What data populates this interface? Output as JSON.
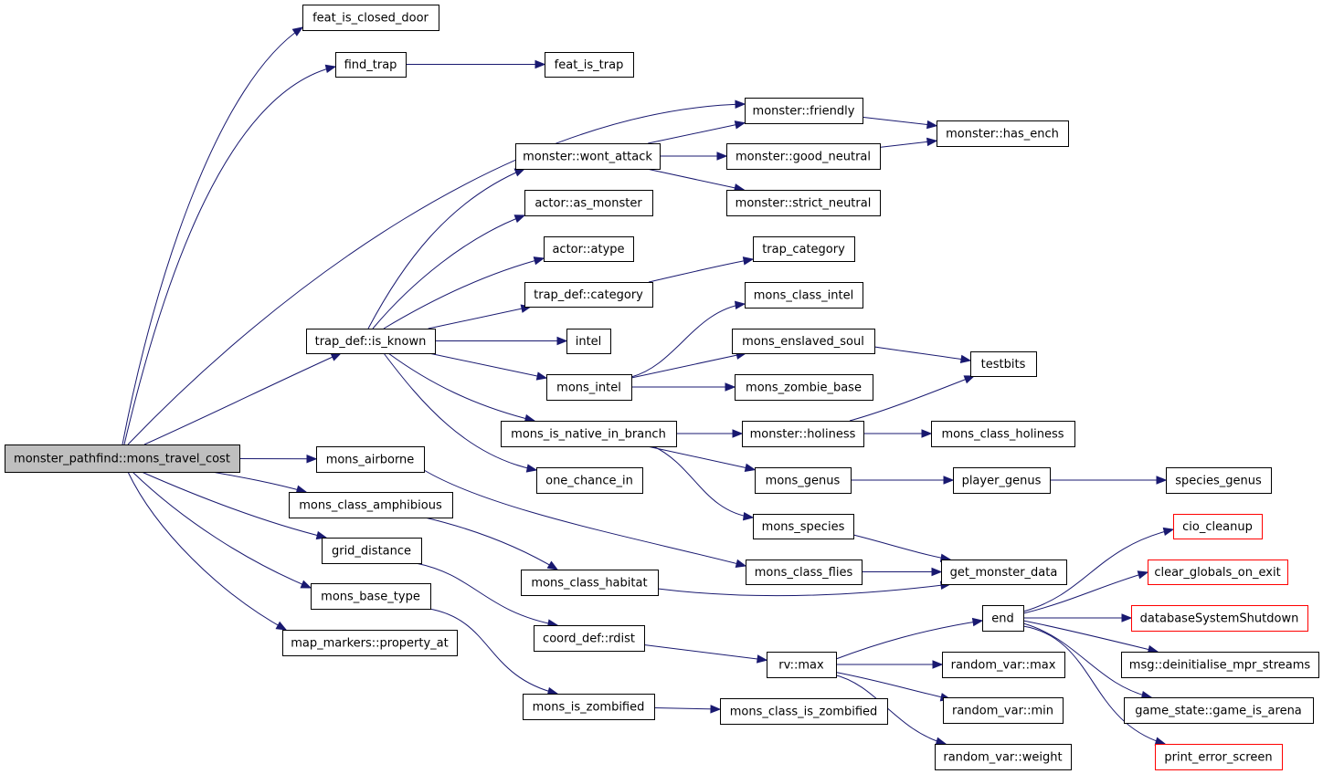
{
  "nodes": [
    {
      "id": "root",
      "label": "monster_pathfind::mons_travel_cost",
      "style": "root"
    },
    {
      "id": "feat_is_closed_door",
      "label": "feat_is_closed_door"
    },
    {
      "id": "find_trap",
      "label": "find_trap"
    },
    {
      "id": "feat_is_trap",
      "label": "feat_is_trap"
    },
    {
      "id": "monster_friendly",
      "label": "monster::friendly"
    },
    {
      "id": "monster_has_ench",
      "label": "monster::has_ench"
    },
    {
      "id": "monster_wont_attack",
      "label": "monster::wont_attack"
    },
    {
      "id": "monster_good_neutral",
      "label": "monster::good_neutral"
    },
    {
      "id": "monster_strict_neutral",
      "label": "monster::strict_neutral"
    },
    {
      "id": "actor_as_monster",
      "label": "actor::as_monster"
    },
    {
      "id": "actor_atype",
      "label": "actor::atype"
    },
    {
      "id": "trap_category",
      "label": "trap_category"
    },
    {
      "id": "trap_def_category",
      "label": "trap_def::category"
    },
    {
      "id": "mons_class_intel",
      "label": "mons_class_intel"
    },
    {
      "id": "trap_def_is_known",
      "label": "trap_def::is_known"
    },
    {
      "id": "intel",
      "label": "intel"
    },
    {
      "id": "mons_enslaved_soul",
      "label": "mons_enslaved_soul"
    },
    {
      "id": "testbits",
      "label": "testbits"
    },
    {
      "id": "mons_intel",
      "label": "mons_intel"
    },
    {
      "id": "mons_zombie_base",
      "label": "mons_zombie_base"
    },
    {
      "id": "mons_is_native_in_branch",
      "label": "mons_is_native_in_branch"
    },
    {
      "id": "monster_holiness",
      "label": "monster::holiness"
    },
    {
      "id": "mons_class_holiness",
      "label": "mons_class_holiness"
    },
    {
      "id": "mons_airborne",
      "label": "mons_airborne"
    },
    {
      "id": "one_chance_in",
      "label": "one_chance_in"
    },
    {
      "id": "mons_genus",
      "label": "mons_genus"
    },
    {
      "id": "player_genus",
      "label": "player_genus"
    },
    {
      "id": "species_genus",
      "label": "species_genus"
    },
    {
      "id": "mons_class_amphibious",
      "label": "mons_class_amphibious"
    },
    {
      "id": "mons_species",
      "label": "mons_species"
    },
    {
      "id": "cio_cleanup",
      "label": "cio_cleanup",
      "style": "trunc"
    },
    {
      "id": "grid_distance",
      "label": "grid_distance"
    },
    {
      "id": "mons_class_flies",
      "label": "mons_class_flies"
    },
    {
      "id": "get_monster_data",
      "label": "get_monster_data"
    },
    {
      "id": "clear_globals_on_exit",
      "label": "clear_globals_on_exit",
      "style": "trunc"
    },
    {
      "id": "mons_class_habitat",
      "label": "mons_class_habitat"
    },
    {
      "id": "mons_base_type",
      "label": "mons_base_type"
    },
    {
      "id": "end",
      "label": "end"
    },
    {
      "id": "databaseSystemShutdown",
      "label": "databaseSystemShutdown",
      "style": "trunc"
    },
    {
      "id": "coord_def_rdist",
      "label": "coord_def::rdist"
    },
    {
      "id": "map_markers_property_at",
      "label": "map_markers::property_at"
    },
    {
      "id": "rv_max",
      "label": "rv::max"
    },
    {
      "id": "random_var_max",
      "label": "random_var::max"
    },
    {
      "id": "msg_deinitialise_mpr_streams",
      "label": "msg::deinitialise_mpr_streams"
    },
    {
      "id": "mons_is_zombified",
      "label": "mons_is_zombified"
    },
    {
      "id": "mons_class_is_zombified",
      "label": "mons_class_is_zombified"
    },
    {
      "id": "random_var_min",
      "label": "random_var::min"
    },
    {
      "id": "game_state_game_is_arena",
      "label": "game_state::game_is_arena"
    },
    {
      "id": "random_var_weight",
      "label": "random_var::weight"
    },
    {
      "id": "print_error_screen",
      "label": "print_error_screen",
      "style": "trunc"
    }
  ],
  "edges": [
    [
      "root",
      "feat_is_closed_door"
    ],
    [
      "root",
      "find_trap"
    ],
    [
      "root",
      "monster_friendly"
    ],
    [
      "root",
      "trap_def_is_known"
    ],
    [
      "root",
      "mons_airborne"
    ],
    [
      "root",
      "mons_class_amphibious"
    ],
    [
      "root",
      "grid_distance"
    ],
    [
      "root",
      "mons_base_type"
    ],
    [
      "root",
      "map_markers_property_at"
    ],
    [
      "find_trap",
      "feat_is_trap"
    ],
    [
      "monster_friendly",
      "monster_has_ench"
    ],
    [
      "monster_wont_attack",
      "monster_friendly"
    ],
    [
      "monster_wont_attack",
      "monster_good_neutral"
    ],
    [
      "monster_wont_attack",
      "monster_strict_neutral"
    ],
    [
      "monster_good_neutral",
      "monster_has_ench"
    ],
    [
      "trap_def_is_known",
      "monster_wont_attack"
    ],
    [
      "trap_def_is_known",
      "actor_as_monster"
    ],
    [
      "trap_def_is_known",
      "actor_atype"
    ],
    [
      "trap_def_is_known",
      "trap_def_category"
    ],
    [
      "trap_def_is_known",
      "intel"
    ],
    [
      "trap_def_is_known",
      "mons_intel"
    ],
    [
      "trap_def_is_known",
      "mons_is_native_in_branch"
    ],
    [
      "trap_def_is_known",
      "one_chance_in"
    ],
    [
      "trap_def_category",
      "trap_category"
    ],
    [
      "mons_intel",
      "mons_class_intel"
    ],
    [
      "mons_intel",
      "mons_enslaved_soul"
    ],
    [
      "mons_intel",
      "mons_zombie_base"
    ],
    [
      "mons_enslaved_soul",
      "testbits"
    ],
    [
      "monster_holiness",
      "testbits"
    ],
    [
      "mons_is_native_in_branch",
      "monster_holiness"
    ],
    [
      "mons_is_native_in_branch",
      "mons_genus"
    ],
    [
      "mons_is_native_in_branch",
      "mons_species"
    ],
    [
      "monster_holiness",
      "mons_class_holiness"
    ],
    [
      "mons_genus",
      "player_genus"
    ],
    [
      "player_genus",
      "species_genus"
    ],
    [
      "mons_species",
      "get_monster_data"
    ],
    [
      "mons_airborne",
      "mons_class_flies"
    ],
    [
      "mons_class_flies",
      "get_monster_data"
    ],
    [
      "mons_class_amphibious",
      "mons_class_habitat"
    ],
    [
      "mons_class_habitat",
      "get_monster_data"
    ],
    [
      "grid_distance",
      "coord_def_rdist"
    ],
    [
      "coord_def_rdist",
      "rv_max"
    ],
    [
      "rv_max",
      "end"
    ],
    [
      "rv_max",
      "random_var_max"
    ],
    [
      "rv_max",
      "random_var_min"
    ],
    [
      "rv_max",
      "random_var_weight"
    ],
    [
      "end",
      "cio_cleanup"
    ],
    [
      "end",
      "clear_globals_on_exit"
    ],
    [
      "end",
      "databaseSystemShutdown"
    ],
    [
      "end",
      "msg_deinitialise_mpr_streams"
    ],
    [
      "end",
      "game_state_game_is_arena"
    ],
    [
      "end",
      "print_error_screen"
    ],
    [
      "mons_base_type",
      "mons_is_zombified"
    ],
    [
      "mons_is_zombified",
      "mons_class_is_zombified"
    ]
  ],
  "colors": {
    "edge": "#191970",
    "node_border": "#000000",
    "root_fill": "#bfbfbf",
    "truncated_border": "#ff0000"
  }
}
